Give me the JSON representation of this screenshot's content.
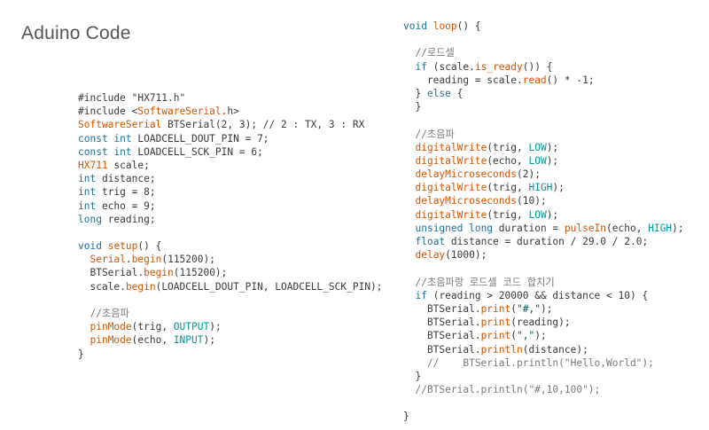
{
  "slide": {
    "title": "Aduino Code"
  },
  "colors": {
    "keyword": "#1f6f9a",
    "function": "#d35400",
    "constant": "#00979c",
    "string": "#005c5f",
    "comment": "#7a7a7a",
    "plain": "#3a3a3a"
  },
  "left_code": [
    [
      [
        "",
        "#include \"HX711.h\""
      ]
    ],
    [
      [
        "",
        "#include <"
      ],
      [
        "fn",
        "SoftwareSerial"
      ],
      [
        "",
        ".h>"
      ]
    ],
    [
      [
        "fn",
        "SoftwareSerial"
      ],
      [
        "",
        " BTSerial(2, 3); // 2 : TX, 3 : RX"
      ]
    ],
    [
      [
        "kw",
        "const int"
      ],
      [
        "",
        " LOADCELL_DOUT_PIN = 7;"
      ]
    ],
    [
      [
        "kw",
        "const int"
      ],
      [
        "",
        " LOADCELL_SCK_PIN = 6;"
      ]
    ],
    [
      [
        "fn",
        "HX711"
      ],
      [
        "",
        " scale;"
      ]
    ],
    [
      [
        "kw",
        "int"
      ],
      [
        "",
        " distance;"
      ]
    ],
    [
      [
        "kw",
        "int"
      ],
      [
        "",
        " trig = 8;"
      ]
    ],
    [
      [
        "kw",
        "int"
      ],
      [
        "",
        " echo = 9;"
      ]
    ],
    [
      [
        "kw",
        "long"
      ],
      [
        "",
        " reading;"
      ]
    ],
    [
      [
        "",
        ""
      ]
    ],
    [
      [
        "kw",
        "void"
      ],
      [
        "",
        " "
      ],
      [
        "fn",
        "setup"
      ],
      [
        "",
        "() {"
      ]
    ],
    [
      [
        "",
        "  "
      ],
      [
        "fn",
        "Serial"
      ],
      [
        "",
        "."
      ],
      [
        "fn",
        "begin"
      ],
      [
        "",
        "(115200);"
      ]
    ],
    [
      [
        "",
        "  BTSerial."
      ],
      [
        "fn",
        "begin"
      ],
      [
        "",
        "(115200);"
      ]
    ],
    [
      [
        "",
        "  scale."
      ],
      [
        "fn",
        "begin"
      ],
      [
        "",
        "(LOADCELL_DOUT_PIN, LOADCELL_SCK_PIN);"
      ]
    ],
    [
      [
        "",
        ""
      ]
    ],
    [
      [
        "cm",
        "  //초음파"
      ]
    ],
    [
      [
        "",
        "  "
      ],
      [
        "fn",
        "pinMode"
      ],
      [
        "",
        "(trig, "
      ],
      [
        "cst",
        "OUTPUT"
      ],
      [
        "",
        ");"
      ]
    ],
    [
      [
        "",
        "  "
      ],
      [
        "fn",
        "pinMode"
      ],
      [
        "",
        "(echo, "
      ],
      [
        "cst",
        "INPUT"
      ],
      [
        "",
        ");"
      ]
    ],
    [
      [
        "",
        "}"
      ]
    ]
  ],
  "right_code": [
    [
      [
        "kw",
        "void"
      ],
      [
        "",
        " "
      ],
      [
        "fn",
        "loop"
      ],
      [
        "",
        "() {"
      ]
    ],
    [
      [
        "",
        ""
      ]
    ],
    [
      [
        "cm",
        "  //로드셀"
      ]
    ],
    [
      [
        "",
        "  "
      ],
      [
        "kw",
        "if"
      ],
      [
        "",
        " (scale."
      ],
      [
        "fn",
        "is_ready"
      ],
      [
        "",
        "()) {"
      ]
    ],
    [
      [
        "",
        "    reading = scale."
      ],
      [
        "fn",
        "read"
      ],
      [
        "",
        "() * -1;"
      ]
    ],
    [
      [
        "",
        "  } "
      ],
      [
        "kw",
        "else"
      ],
      [
        "",
        " {"
      ]
    ],
    [
      [
        "",
        "  }"
      ]
    ],
    [
      [
        "",
        ""
      ]
    ],
    [
      [
        "cm",
        "  //초음파"
      ]
    ],
    [
      [
        "",
        "  "
      ],
      [
        "fn",
        "digitalWrite"
      ],
      [
        "",
        "(trig, "
      ],
      [
        "cst",
        "LOW"
      ],
      [
        "",
        ");"
      ]
    ],
    [
      [
        "",
        "  "
      ],
      [
        "fn",
        "digitalWrite"
      ],
      [
        "",
        "(echo, "
      ],
      [
        "cst",
        "LOW"
      ],
      [
        "",
        ");"
      ]
    ],
    [
      [
        "",
        "  "
      ],
      [
        "fn",
        "delayMicroseconds"
      ],
      [
        "",
        "(2);"
      ]
    ],
    [
      [
        "",
        "  "
      ],
      [
        "fn",
        "digitalWrite"
      ],
      [
        "",
        "(trig, "
      ],
      [
        "cst",
        "HIGH"
      ],
      [
        "",
        ");"
      ]
    ],
    [
      [
        "",
        "  "
      ],
      [
        "fn",
        "delayMicroseconds"
      ],
      [
        "",
        "(10);"
      ]
    ],
    [
      [
        "",
        "  "
      ],
      [
        "fn",
        "digitalWrite"
      ],
      [
        "",
        "(trig, "
      ],
      [
        "cst",
        "LOW"
      ],
      [
        "",
        ");"
      ]
    ],
    [
      [
        "",
        "  "
      ],
      [
        "kw",
        "unsigned long"
      ],
      [
        "",
        " duration = "
      ],
      [
        "fn",
        "pulseIn"
      ],
      [
        "",
        "(echo, "
      ],
      [
        "cst",
        "HIGH"
      ],
      [
        "",
        ");"
      ]
    ],
    [
      [
        "",
        "  "
      ],
      [
        "kw",
        "float"
      ],
      [
        "",
        " distance = duration / 29.0 / 2.0;"
      ]
    ],
    [
      [
        "",
        "  "
      ],
      [
        "fn",
        "delay"
      ],
      [
        "",
        "(1000);"
      ]
    ],
    [
      [
        "",
        ""
      ]
    ],
    [
      [
        "cm",
        "  //초음파랑 로드셀 코드 합치기"
      ]
    ],
    [
      [
        "",
        "  "
      ],
      [
        "kw",
        "if"
      ],
      [
        "",
        " (reading > 20000 && distance < 10) {"
      ]
    ],
    [
      [
        "",
        "    BTSerial."
      ],
      [
        "fn",
        "print"
      ],
      [
        "",
        "("
      ],
      [
        "str",
        "\"#,\""
      ],
      [
        "",
        ");"
      ]
    ],
    [
      [
        "",
        "    BTSerial."
      ],
      [
        "fn",
        "print"
      ],
      [
        "",
        "(reading);"
      ]
    ],
    [
      [
        "",
        "    BTSerial."
      ],
      [
        "fn",
        "print"
      ],
      [
        "",
        "("
      ],
      [
        "str",
        "\",\""
      ],
      [
        "",
        ");"
      ]
    ],
    [
      [
        "",
        "    BTSerial."
      ],
      [
        "fn",
        "println"
      ],
      [
        "",
        "(distance);"
      ]
    ],
    [
      [
        "cm",
        "    //    BTSerial.println(\"Hello,World\");"
      ]
    ],
    [
      [
        "",
        "  }"
      ]
    ],
    [
      [
        "cm",
        "  //BTSerial.println(\"#,10,100\");"
      ]
    ],
    [
      [
        "",
        ""
      ]
    ],
    [
      [
        "",
        "}"
      ]
    ]
  ]
}
